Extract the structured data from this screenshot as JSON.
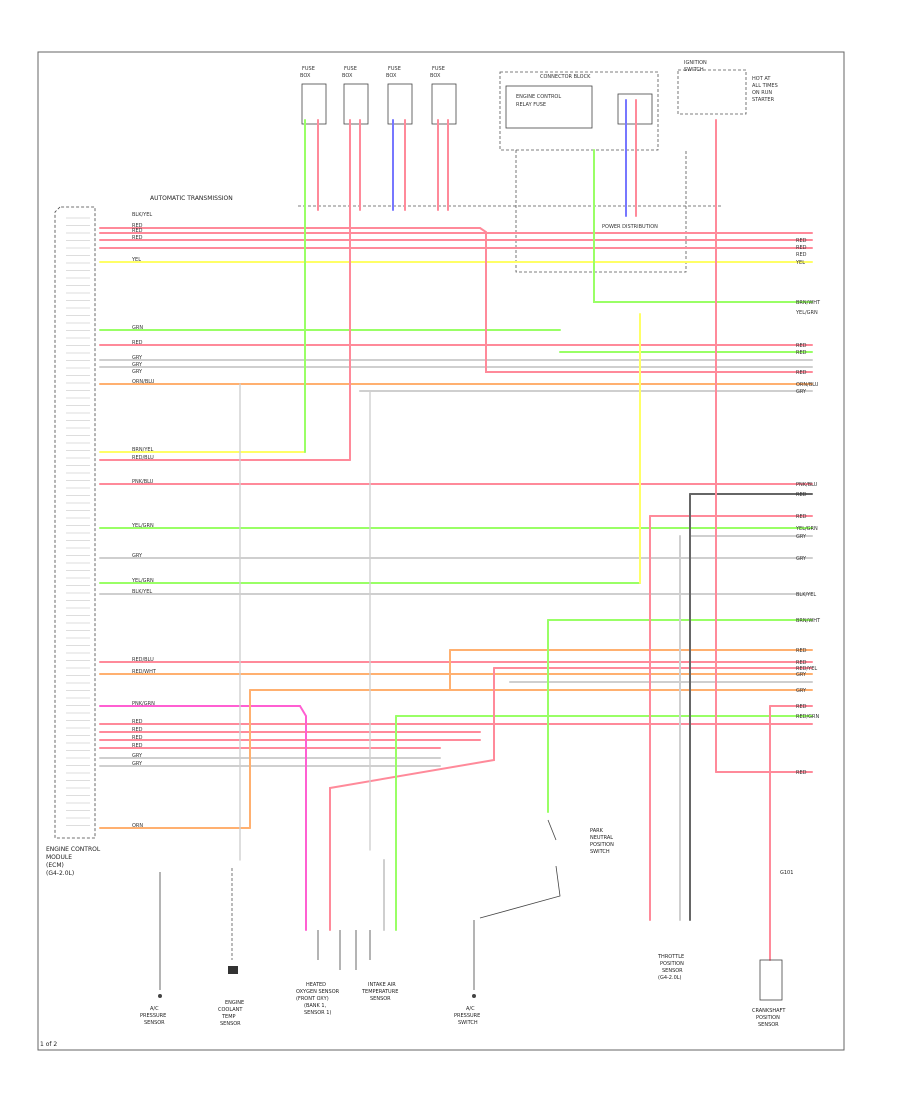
{
  "page_label": "1 of 2",
  "colors": {
    "red": "#ff8a9a",
    "pink": "#ff5fd2",
    "yellow": "#ffff66",
    "green": "#99ff66",
    "orange": "#ffb070",
    "gray": "#cfcfcf",
    "blue": "#7777ff",
    "darkgray": "#666666",
    "frame": "#666666"
  },
  "ecm": {
    "name_lines": [
      "ENGINE CONTROL",
      "MODULE",
      "(ECM)",
      "(G4-2.0L)"
    ],
    "pin_header": "AUTOMATIC TRANSMISSION"
  },
  "top_components": {
    "fuse_boxes": [
      {
        "lines": [
          "FUSE",
          "BOX"
        ]
      },
      {
        "lines": [
          "FUSE",
          "BOX"
        ]
      },
      {
        "lines": [
          "FUSE",
          "BOX"
        ]
      },
      {
        "lines": [
          "FUSE",
          "BOX"
        ]
      }
    ],
    "central_box": {
      "title": "CONNECTOR BLOCK",
      "lines": [
        "ENGINE CONTROL",
        "RELAY FUSE"
      ]
    },
    "right_relay": {
      "lines": [
        "IGNITION",
        "SWITCH"
      ],
      "notes": [
        "HOT AT",
        "ALL TIMES",
        "ON RUN",
        "STARTER"
      ]
    },
    "bottom_note": "POWER DISTRIBUTION"
  },
  "right_labels": [
    "RED",
    "RED",
    "RED",
    "YEL",
    "BRN/WHT",
    "YEL/GRN",
    "RED",
    "RED",
    "RED",
    "ORN/BLU",
    "GRY",
    "PNK/BLU",
    "RED",
    "RED",
    "YEL/GRN",
    "GRY",
    "GRY",
    "BLK/YEL",
    "BRN/WHT",
    "RED",
    "RED",
    "RED/YEL",
    "GRY",
    "GRY",
    "RED",
    "RED/GRN",
    "RED"
  ],
  "left_wire_labels": [
    "BLK/YEL",
    "RED",
    "RED",
    "RED",
    "YEL",
    "GRN",
    "RED",
    "GRY",
    "GRY",
    "GRY",
    "ORN/BLU",
    "BRN/YEL",
    "RED/BLU",
    "PNK/BLU",
    "YEL/GRN",
    "GRY",
    "YEL/GRN",
    "BLK/YEL",
    "RED/BLU",
    "RED/WHT",
    "PNK/GRN",
    "RED",
    "RED",
    "RED",
    "RED",
    "GRY",
    "GRY",
    "ORN"
  ],
  "bottom_components": [
    {
      "lines": [
        "A/C",
        "PRESSURE",
        "SENSOR"
      ]
    },
    {
      "lines": [
        "ENGINE",
        "COOLANT",
        "TEMP",
        "SENSOR"
      ]
    },
    {
      "lines": [
        "HEATED",
        "OXYGEN SENSOR",
        "(FRONT OXY)",
        "(BANK 1,",
        "SENSOR 1)"
      ]
    },
    {
      "lines": [
        "INTAKE AIR",
        "TEMPERATURE",
        "SENSOR"
      ]
    },
    {
      "lines": [
        "A/C",
        "PRESSURE",
        "SWITCH"
      ]
    },
    {
      "lines": [
        "THROTTLE",
        "POSITION",
        "SENSOR",
        "(G4-2.0L)"
      ]
    },
    {
      "lines": [
        "CRANKSHAFT",
        "POSITION",
        "SENSOR"
      ]
    }
  ],
  "side_component": {
    "lines": [
      "PARK",
      "NEUTRAL",
      "POSITION",
      "SWITCH"
    ]
  },
  "ground_label": "G101"
}
